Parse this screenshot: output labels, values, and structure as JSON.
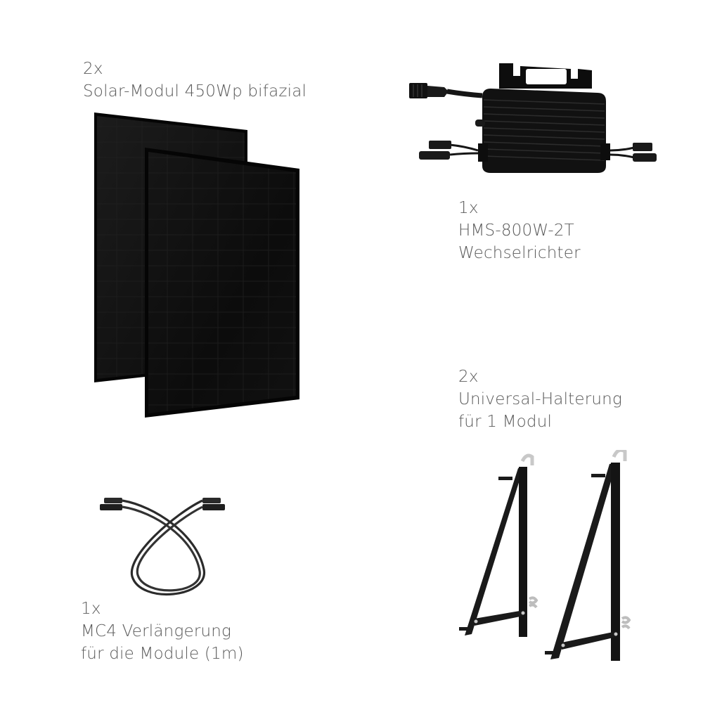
{
  "items": {
    "panels": {
      "quantity": "2x",
      "name": "Solar-Modul 450Wp bifazial",
      "icon": "solar-panel-icon",
      "count": 2
    },
    "inverter": {
      "quantity": "1x",
      "name_line1": "HMS-800W-2T",
      "name_line2": "Wechselrichter",
      "icon": "microinverter-icon"
    },
    "mount": {
      "quantity": "2x",
      "name_line1": "Universal-Halterung",
      "name_line2": "für 1 Modul",
      "icon": "mounting-bracket-icon",
      "count": 2
    },
    "cable": {
      "quantity": "1x",
      "name_line1": "MC4 Verlängerung",
      "name_line2": "für die Module (1m)",
      "icon": "mc4-cable-icon"
    }
  },
  "colors": {
    "background": "#ffffff",
    "label_text": "#5a5a5a",
    "product_black": "#0d0d0d",
    "frame_black": "#050505",
    "bracket_dark": "#1a1a1a",
    "bracket_metal": "#c8c8c8"
  }
}
